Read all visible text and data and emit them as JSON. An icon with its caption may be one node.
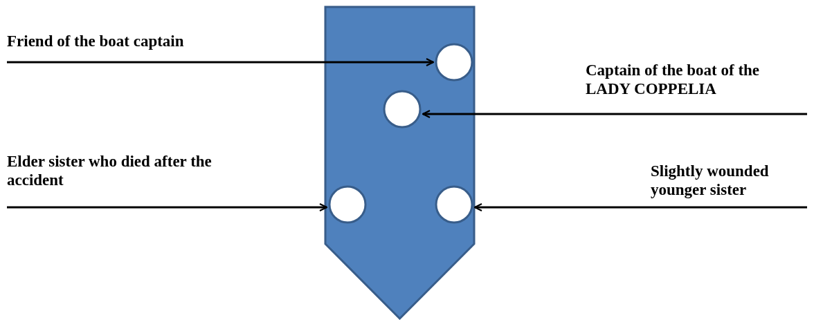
{
  "diagram": {
    "nodes": [
      {
        "text": [],
        "shape": "boat"
      },
      {
        "text": [],
        "shape": "circle",
        "in": 0
      },
      {
        "text": [],
        "shape": "circle",
        "in": 0
      },
      {
        "text": [],
        "shape": "circle",
        "in": 0
      },
      {
        "text": [],
        "shape": "circle",
        "in": 0
      },
      {
        "text": [
          "Friend of the boat captain"
        ]
      },
      {
        "text": [
          "Captain of the boat of the LADY COPPELIA"
        ]
      },
      {
        "text": [
          "Elder sister who died after the accident"
        ]
      },
      {
        "text": [
          "Slightly wounded younger sister"
        ]
      }
    ],
    "edges": [
      {
        "from": 5,
        "to": 1,
        "arrow": "to"
      },
      {
        "from": 6,
        "to": 2,
        "arrow": "to"
      },
      {
        "from": 7,
        "to": 3,
        "arrow": "to"
      },
      {
        "from": 8,
        "to": 4,
        "arrow": "to"
      }
    ]
  }
}
